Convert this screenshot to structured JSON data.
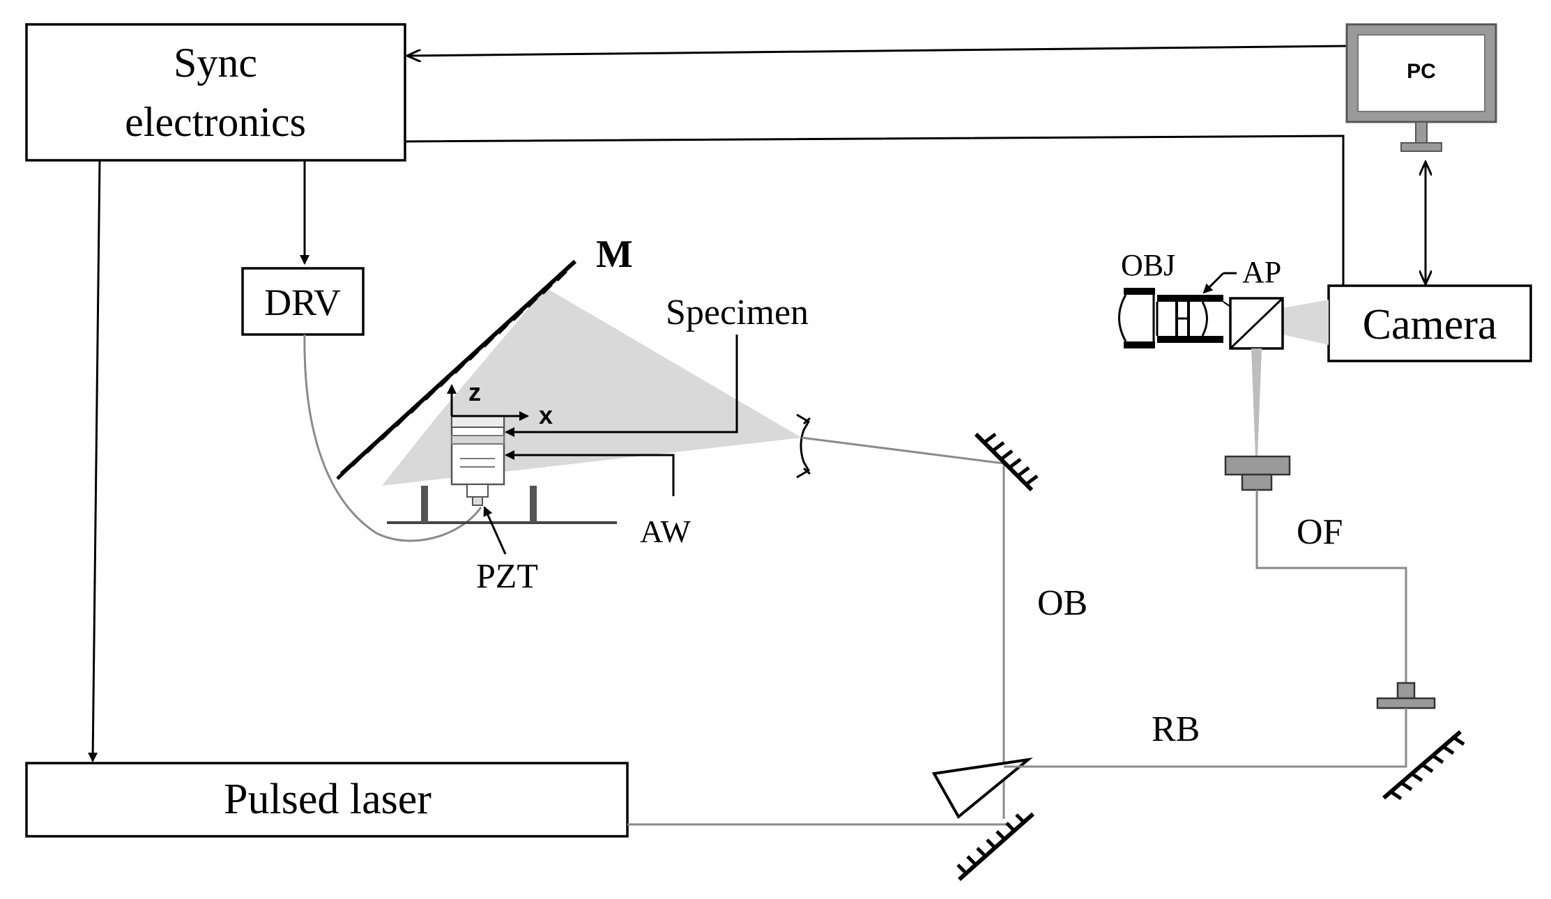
{
  "blocks": {
    "sync_line1": "Sync",
    "sync_line2": "electronics",
    "drv": "DRV",
    "pulsed_laser": "Pulsed laser",
    "camera": "Camera",
    "pc": "PC"
  },
  "labels": {
    "m": "M",
    "specimen": "Specimen",
    "z": "z",
    "x": "x",
    "aw": "AW",
    "pzt": "PZT",
    "obj": "OBJ",
    "ap": "AP",
    "of": "OF",
    "ob": "OB",
    "rb": "RB"
  },
  "colors": {
    "line": "#000000",
    "beam": "#8a8a8a",
    "illumination": "#d9d9d9"
  }
}
